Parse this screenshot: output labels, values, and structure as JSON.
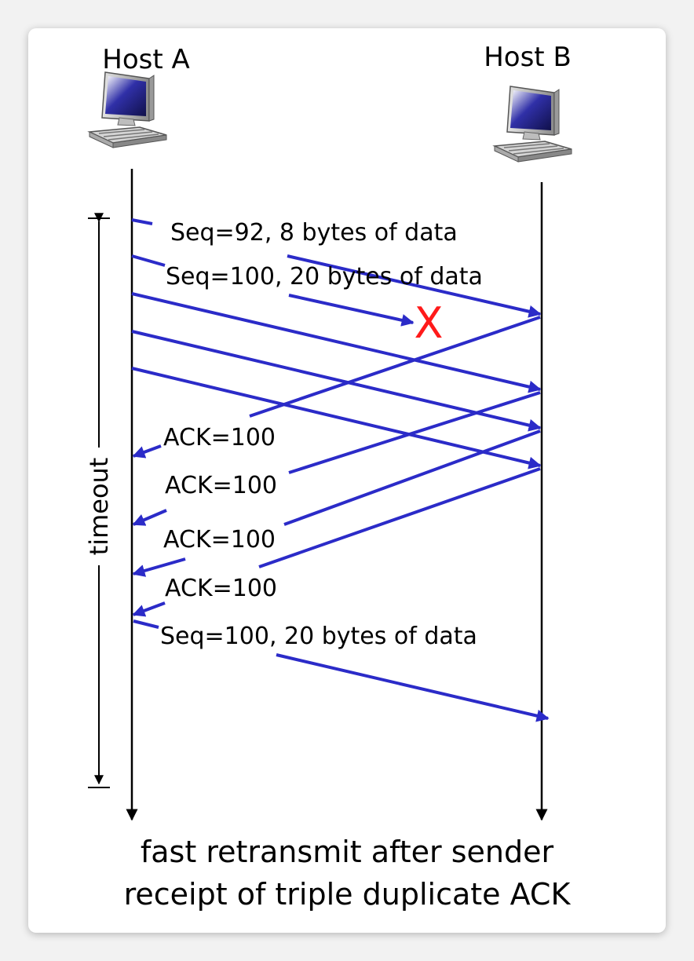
{
  "hosts": {
    "a_label": "Host A",
    "b_label": "Host B"
  },
  "timer_label": "timeout",
  "messages": {
    "seq92": "Seq=92, 8 bytes of data",
    "seq100": "Seq=100, 20 bytes of data",
    "ack1": "ACK=100",
    "ack2": "ACK=100",
    "ack3": "ACK=100",
    "ack4": "ACK=100",
    "retransmit": "Seq=100, 20 bytes of data"
  },
  "loss_marker": "X",
  "caption": {
    "line1": "fast retransmit after sender",
    "line2": "receipt of triple duplicate ACK"
  },
  "colors": {
    "arrow": "#2b2bc8",
    "loss": "#ff1a1a",
    "timeline": "#000000"
  },
  "icons": [
    "desktop-computer-icon",
    "desktop-computer-icon"
  ]
}
